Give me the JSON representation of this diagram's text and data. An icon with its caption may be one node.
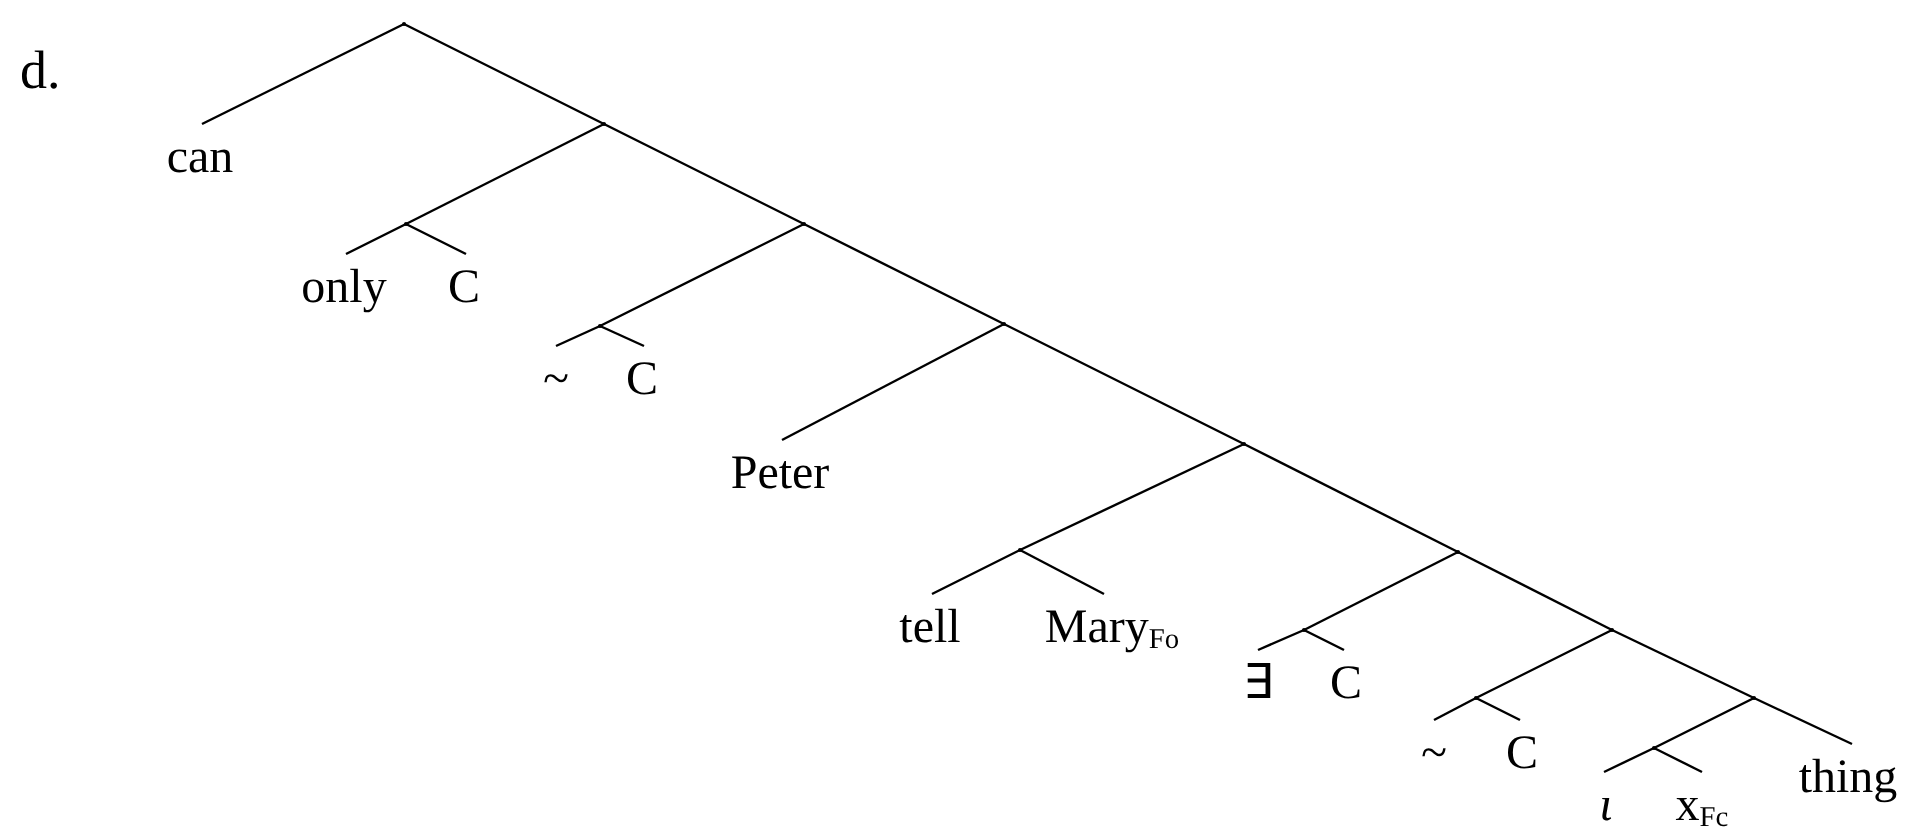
{
  "diagram": {
    "nodes": [
      {
        "text": [],
        "shape": "point"
      },
      {
        "text": [
          "can"
        ]
      },
      {
        "text": [],
        "shape": "point"
      },
      {
        "text": [],
        "shape": "point"
      },
      {
        "text": [
          "only"
        ]
      },
      {
        "text": [
          "C"
        ]
      },
      {
        "text": [],
        "shape": "point"
      },
      {
        "text": [],
        "shape": "point"
      },
      {
        "text": [
          "~"
        ]
      },
      {
        "text": [
          "C"
        ]
      },
      {
        "text": [],
        "shape": "point"
      },
      {
        "text": [
          "Peter"
        ]
      },
      {
        "text": [],
        "shape": "point"
      },
      {
        "text": [],
        "shape": "point"
      },
      {
        "text": [
          "tell"
        ]
      },
      {
        "text": [
          "Mary$_{Fo}$"
        ]
      },
      {
        "text": [],
        "shape": "point"
      },
      {
        "text": [],
        "shape": "point"
      },
      {
        "text": [
          "∃"
        ]
      },
      {
        "text": [
          "C"
        ]
      },
      {
        "text": [],
        "shape": "point"
      },
      {
        "text": [],
        "shape": "point"
      },
      {
        "text": [
          "~"
        ]
      },
      {
        "text": [
          "C"
        ]
      },
      {
        "text": [],
        "shape": "point"
      },
      {
        "text": [],
        "shape": "point"
      },
      {
        "text": [
          "ι"
        ]
      },
      {
        "text": [
          "x$_{Fc}$"
        ]
      },
      {
        "text": [
          "thing"
        ]
      }
    ],
    "edges": [
      {
        "from": 0,
        "to": 1,
        "arrow": "none"
      },
      {
        "from": 0,
        "to": 2,
        "arrow": "none"
      },
      {
        "from": 2,
        "to": 3,
        "arrow": "none"
      },
      {
        "from": 3,
        "to": 4,
        "arrow": "none"
      },
      {
        "from": 3,
        "to": 5,
        "arrow": "none"
      },
      {
        "from": 2,
        "to": 6,
        "arrow": "none"
      },
      {
        "from": 6,
        "to": 7,
        "arrow": "none"
      },
      {
        "from": 7,
        "to": 8,
        "arrow": "none"
      },
      {
        "from": 7,
        "to": 9,
        "arrow": "none"
      },
      {
        "from": 6,
        "to": 10,
        "arrow": "none"
      },
      {
        "from": 10,
        "to": 11,
        "arrow": "none"
      },
      {
        "from": 10,
        "to": 12,
        "arrow": "none"
      },
      {
        "from": 12,
        "to": 13,
        "arrow": "none"
      },
      {
        "from": 13,
        "to": 14,
        "arrow": "none"
      },
      {
        "from": 13,
        "to": 15,
        "arrow": "none"
      },
      {
        "from": 12,
        "to": 16,
        "arrow": "none"
      },
      {
        "from": 16,
        "to": 17,
        "arrow": "none"
      },
      {
        "from": 17,
        "to": 18,
        "arrow": "none"
      },
      {
        "from": 17,
        "to": 19,
        "arrow": "none"
      },
      {
        "from": 16,
        "to": 20,
        "arrow": "none"
      },
      {
        "from": 20,
        "to": 21,
        "arrow": "none"
      },
      {
        "from": 21,
        "to": 22,
        "arrow": "none"
      },
      {
        "from": 21,
        "to": 23,
        "arrow": "none"
      },
      {
        "from": 20,
        "to": 24,
        "arrow": "none"
      },
      {
        "from": 24,
        "to": 25,
        "arrow": "none"
      },
      {
        "from": 25,
        "to": 26,
        "arrow": "none"
      },
      {
        "from": 25,
        "to": 27,
        "arrow": "none"
      },
      {
        "from": 24,
        "to": 28,
        "arrow": "none"
      }
    ],
    "labels": [
      "d."
    ]
  }
}
